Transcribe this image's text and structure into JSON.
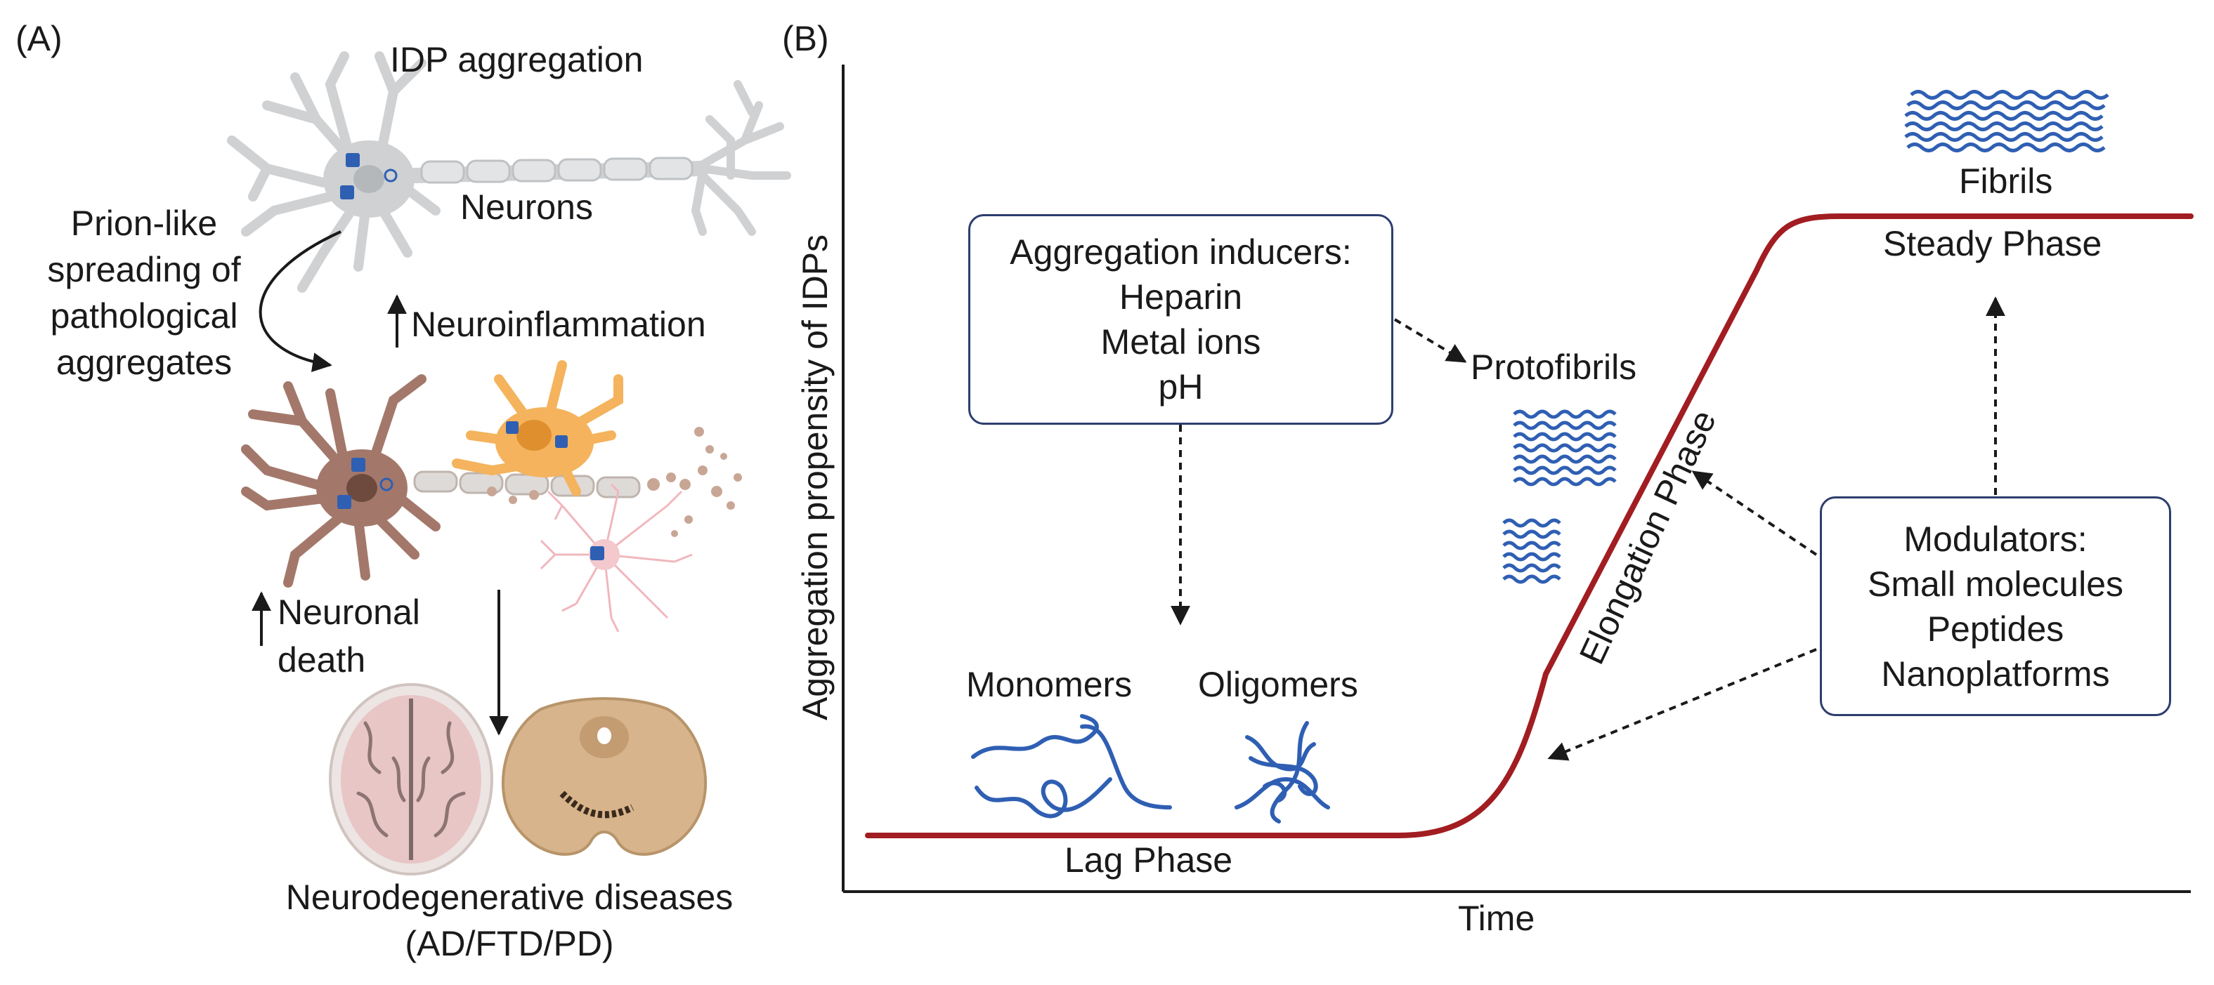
{
  "panel_a": {
    "label": "(A)",
    "idp_aggregation": "IDP aggregation",
    "neurons": "Neurons",
    "prion_spreading": [
      "Prion-like",
      "spreading of",
      "pathological",
      "aggregates"
    ],
    "neuroinflammation": "Neuroinflammation",
    "neuronal_death": [
      "Neuronal",
      "death"
    ],
    "diseases": [
      "Neurodegenerative diseases",
      "(AD/FTD/PD)"
    ]
  },
  "panel_b": {
    "label": "(B)",
    "ylabel": "Aggregation propensity of IDPs",
    "xlabel": "Time",
    "inducers": {
      "title": "Aggregation inducers:",
      "items": [
        "Heparin",
        "Metal ions",
        "pH"
      ]
    },
    "modulators": {
      "title": "Modulators:",
      "items": [
        "Small molecules",
        "Peptides",
        "Nanoplatforms"
      ]
    },
    "monomers": "Monomers",
    "oligomers": "Oligomers",
    "protofibrils": "Protofibrils",
    "fibrils": "Fibrils",
    "lag_phase": "Lag Phase",
    "elongation_phase": "Elongation Phase",
    "steady_phase": "Steady Phase"
  },
  "colors": {
    "curve": "#a11d21",
    "protein": "#2f5fb3",
    "box_border": "#2d3e6e",
    "neuron_gray": "#cfd1d3",
    "neuron_brown": "#a3786a",
    "astrocyte": "#f4b35c",
    "microglia": "#f3c9cd",
    "brain_pink": "#e8c6c6",
    "brainstem": "#d8b48c"
  },
  "icons": [
    "neuron-healthy-icon",
    "neuron-diseased-icon",
    "astrocyte-icon",
    "microglia-icon",
    "brain-slice-icon",
    "brainstem-icon",
    "fibril-icon",
    "monomer-icon",
    "oligomer-icon"
  ]
}
